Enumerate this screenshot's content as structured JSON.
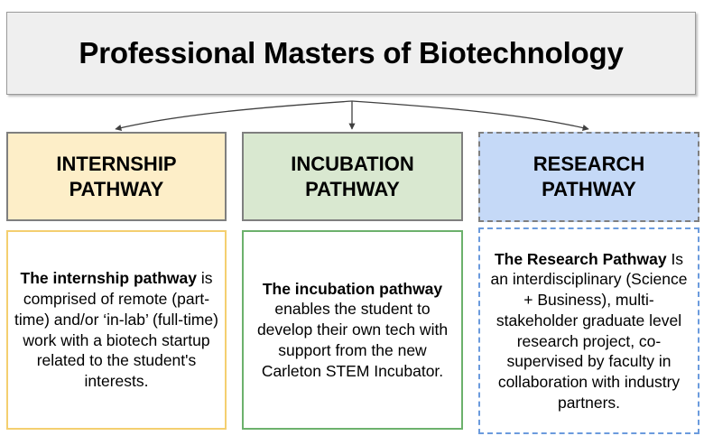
{
  "diagram": {
    "title": "Professional Masters of Biotechnology",
    "colors": {
      "title_fill": "#efefef",
      "title_border": "#9a9a9a",
      "internship_header_fill": "#fdeec8",
      "internship_body_border": "#f4cf70",
      "incubation_header_fill": "#d9e8d0",
      "incubation_body_border": "#6cb16c",
      "research_header_fill": "#c5d9f7",
      "research_body_border": "#6b9bdd",
      "header_border": "#7f7f7f",
      "connector": "#404040",
      "text": "#000000"
    },
    "pathways": [
      {
        "id": "internship",
        "header": "INTERNSHIP\nPATHWAY",
        "body_lead": "The internship pathway",
        "body_rest": " is comprised of remote (part-time) and/or ‘in-lab’ (full-time) work with a biotech startup related to the student's interests."
      },
      {
        "id": "incubation",
        "header": "INCUBATION\nPATHWAY",
        "body_lead": "The incubation pathway",
        "body_rest": " enables the student to develop their own tech with support from the new Carleton STEM Incubator."
      },
      {
        "id": "research",
        "header": "RESEARCH\nPATHWAY",
        "body_lead": "The Research Pathway",
        "body_rest": " Is an interdisciplinary (Science + Business), multi-stakeholder graduate level research project, co-supervised by faculty in collaboration with industry partners."
      }
    ],
    "connectors": [
      {
        "name": "arrow-to-internship"
      },
      {
        "name": "arrow-to-incubation"
      },
      {
        "name": "arrow-to-research"
      }
    ]
  }
}
